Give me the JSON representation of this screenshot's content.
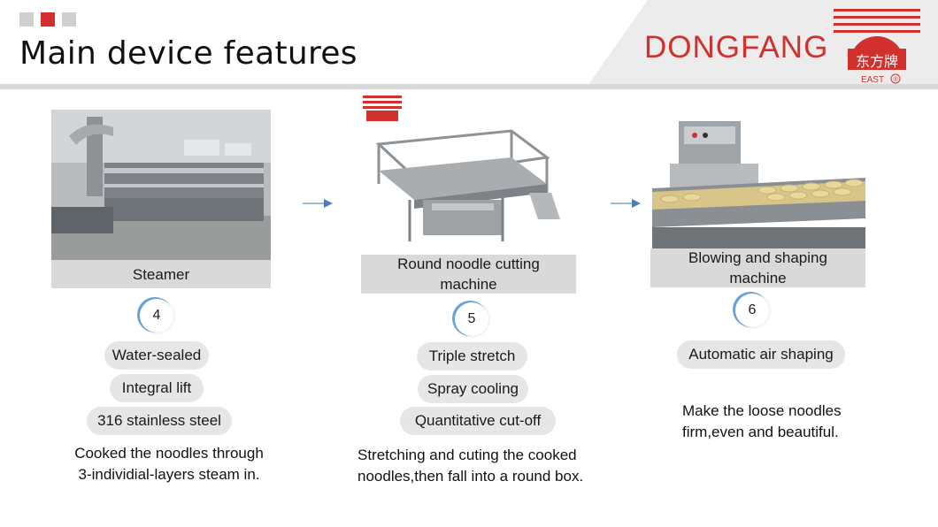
{
  "header": {
    "title": "Main device features",
    "brand": "DONGFANG",
    "logo_text": "东方牌",
    "logo_sub": "EAST",
    "logo_mark": "®",
    "accent_color": "#d0312d"
  },
  "columns": [
    {
      "caption": "Steamer",
      "number": "4",
      "features": [
        "Water-sealed",
        "Integral lift",
        "316 stainless steel"
      ],
      "description": [
        "Cooked the noodles through",
        "3-individial-layers steam in."
      ]
    },
    {
      "caption_lines": [
        "Round noodle cutting",
        "machine"
      ],
      "number": "5",
      "features": [
        "Triple stretch",
        "Spray cooling",
        "Quantitative cut-off"
      ],
      "description": [
        "Stretching  and cuting the cooked",
        "noodles,then fall into a round box."
      ]
    },
    {
      "caption_lines": [
        "Blowing and shaping",
        "machine"
      ],
      "number": "6",
      "features": [
        "Automatic air shaping"
      ],
      "description": [
        "Make the loose noodles",
        "firm,even and beautiful."
      ]
    }
  ],
  "icons": {
    "flow_arrow": "arrow-right-icon"
  }
}
